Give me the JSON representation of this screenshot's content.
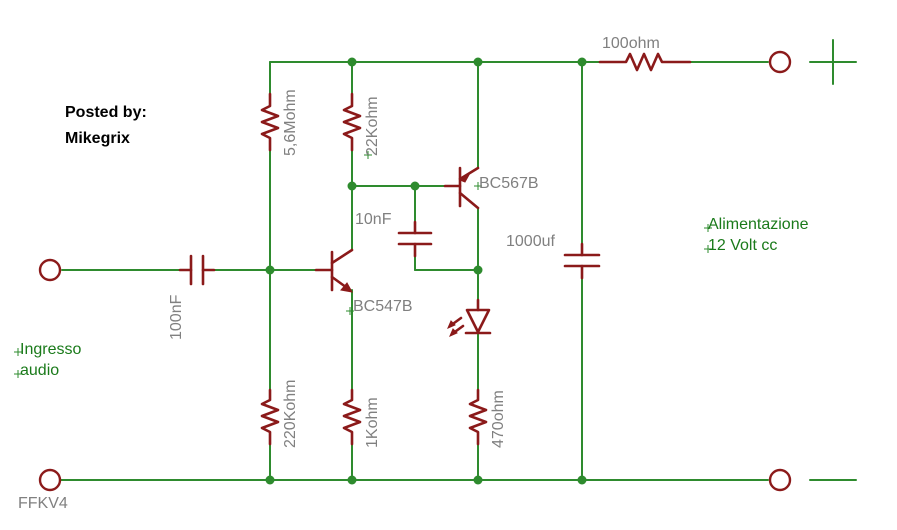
{
  "author": {
    "line1": "Posted by:",
    "line2": "Mikegrix"
  },
  "components": {
    "r_top_left": "5,6Mohm",
    "r_top_mid": "22Kohm",
    "r_supply": "100ohm",
    "r_bot_left": "220Kohm",
    "r_bot_mid": "1Kohm",
    "r_bot_right": "470ohm",
    "c_input": "100nF",
    "c_small": "10nF",
    "c_big": "1000uf",
    "q1": "BC547B",
    "q2": "BC567B"
  },
  "labels": {
    "input_line1": "Ingresso",
    "input_line2": "audio",
    "supply_line1": "Alimentazione",
    "supply_line2": "12 Volt cc",
    "footer": "FFKV4"
  },
  "colors": {
    "wire": "#2e8b2e",
    "component": "#8b1a1a",
    "label_value": "#808080",
    "label_net": "#1a7a1a",
    "label_author": "#000000"
  }
}
